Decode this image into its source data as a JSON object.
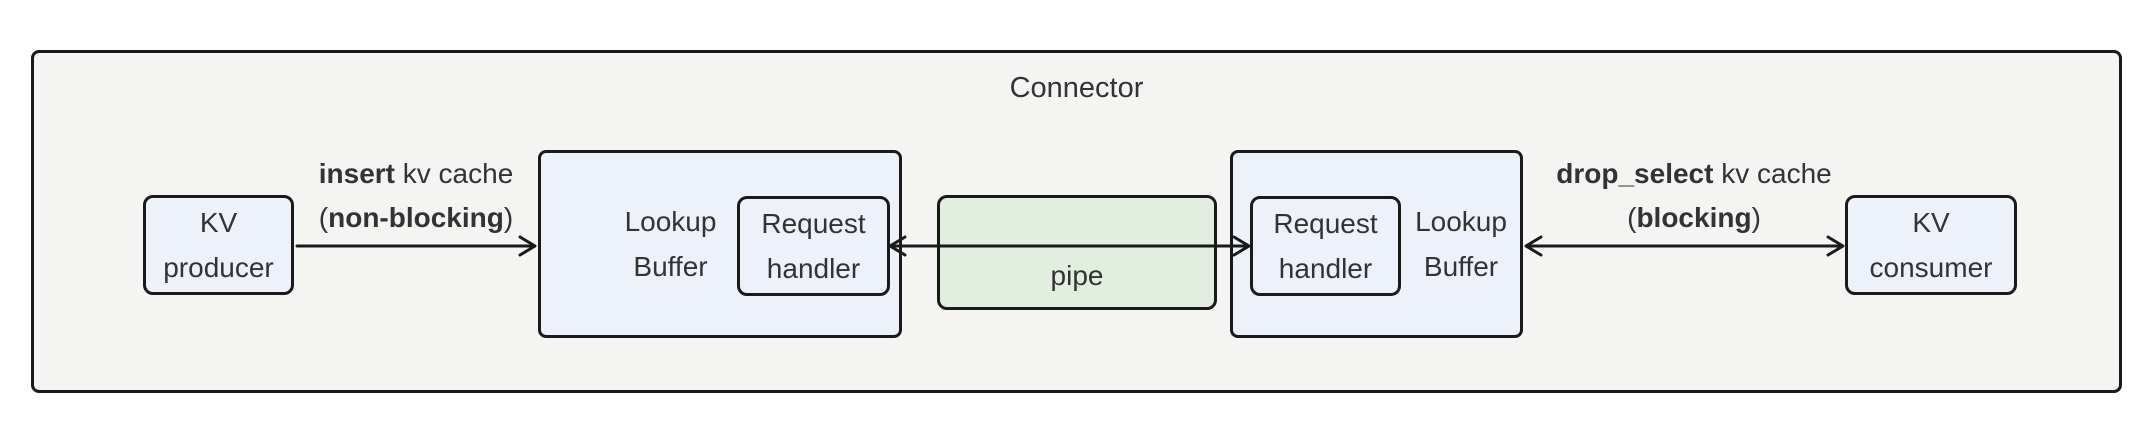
{
  "title": "Connector",
  "nodes": {
    "kv_producer": {
      "line1": "KV",
      "line2": "producer"
    },
    "lookup_buffer_left": {
      "line1": "Lookup",
      "line2": "Buffer"
    },
    "request_handler_left": {
      "line1": "Request",
      "line2": "handler"
    },
    "pipe": {
      "label": "pipe"
    },
    "request_handler_right": {
      "line1": "Request",
      "line2": "handler"
    },
    "lookup_buffer_right": {
      "line1": "Lookup",
      "line2": "Buffer"
    },
    "kv_consumer": {
      "line1": "KV",
      "line2": "consumer"
    }
  },
  "edges": {
    "insert": {
      "bold1": "insert",
      "rest1": " kv cache",
      "open2": "(",
      "bold2": "non-blocking",
      "close2": ")"
    },
    "drop_select": {
      "bold1": "drop_select",
      "rest1": " kv cache",
      "open2": "(",
      "bold2": "blocking",
      "close2": ")"
    }
  },
  "colors": {
    "container_fill": "#f4f4f3",
    "box_fill": "#edf1fa",
    "pipe_fill": "#e2efe0",
    "border": "#1a1a1a",
    "text": "#333333"
  }
}
